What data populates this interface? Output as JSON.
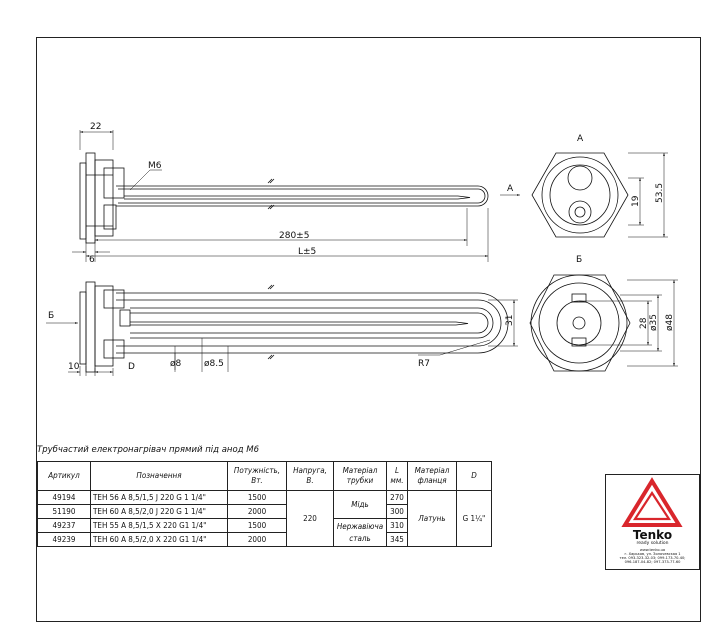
{
  "drawing": {
    "dims": {
      "d22": "22",
      "m6": "M6",
      "d6": "6",
      "d280": "280±5",
      "dL": "L±5",
      "d10": "10",
      "dD": "D",
      "phi8": "ø8",
      "phi85": "ø8.5",
      "d31": "31",
      "r7": "R7",
      "d19": "19",
      "d535": "53.5",
      "d28": "28",
      "phi35": "ø35",
      "phi48": "ø48"
    },
    "views": {
      "A_arrow": "A",
      "A_view": "A",
      "B_arrow": "Б",
      "B_view": "Б"
    }
  },
  "caption": "Трубчастий електронагрівач прямий під анод М6",
  "table": {
    "headers": {
      "article": "Артикул",
      "designation": "Позначення",
      "power": "Потужність, Вт.",
      "voltage": "Напруга, В.",
      "tube_material": "Матеріал трубки",
      "L": "L мм.",
      "flange_material": "Матеріал фланця",
      "D": "D"
    },
    "rows": [
      {
        "article": "49194",
        "designation": "ТЕН 56 А 8,5/1,5 J 220 G 1 1/4\"",
        "power": "1500",
        "L": "270"
      },
      {
        "article": "51190",
        "designation": "ТЕН 60 А 8,5/2,0 J 220 G 1 1/4\"",
        "power": "2000",
        "L": "300"
      },
      {
        "article": "49237",
        "designation": "ТЕН 55 А 8,5/1,5 X 220 G1 1/4\"",
        "power": "1500",
        "L": "310"
      },
      {
        "article": "49239",
        "designation": "ТЕН 60 А 8,5/2,0 X 220 G1 1/4\"",
        "power": "2000",
        "L": "345"
      }
    ],
    "voltage": "220",
    "tube_copper": "Мідь",
    "tube_steel": "Нержавіюча сталь",
    "flange": "Латунь",
    "D_value": "G 1¼\""
  },
  "logo": {
    "brand": "Tenko",
    "tagline": "ready solution",
    "site": "www.tenko.ua",
    "address": "г. Харьков, ул. Золочевская 1",
    "phones1": "тел. 093-323-32-03; 099-173-70-40;",
    "phones2": "096-187-04-82; 097-373-77-60",
    "accent": "#d9262c"
  }
}
